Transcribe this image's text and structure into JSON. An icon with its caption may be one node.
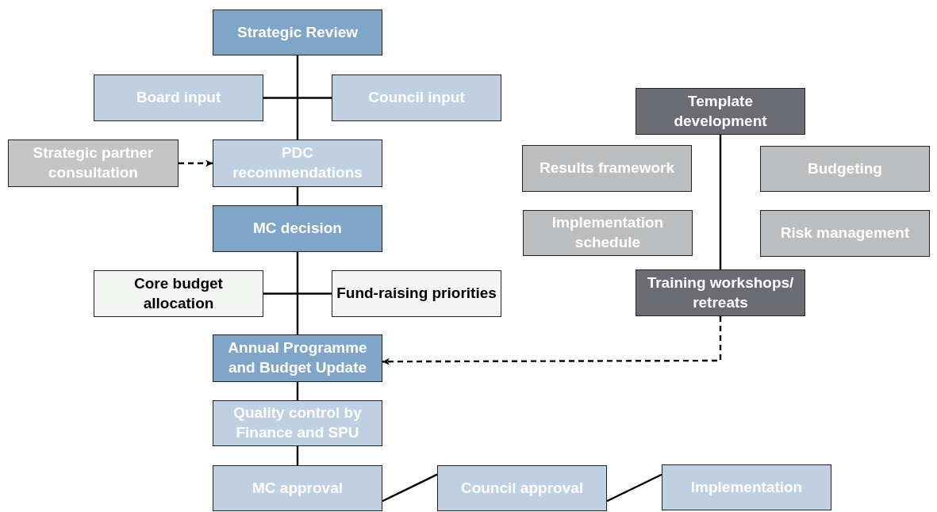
{
  "diagram": {
    "nodes": [
      {
        "text": [
          "Strategic Review"
        ]
      },
      {
        "text": [
          "Board input"
        ]
      },
      {
        "text": [
          "Council input"
        ]
      },
      {
        "text": [
          "Strategic partner consultation"
        ]
      },
      {
        "text": [
          "PDC recommendations"
        ]
      },
      {
        "text": [
          "MC decision"
        ]
      },
      {
        "text": [
          "Core budget allocation"
        ]
      },
      {
        "text": [
          "Fund-raising priorities"
        ]
      },
      {
        "text": [
          "Annual Programme and Budget Update"
        ]
      },
      {
        "text": [
          "Quality control by Finance and SPU"
        ]
      },
      {
        "text": [
          "MC approval"
        ]
      },
      {
        "text": [
          "Council approval"
        ]
      },
      {
        "text": [
          "Implementation"
        ]
      },
      {
        "text": [
          "Template development"
        ]
      },
      {
        "text": [
          "Results framework"
        ]
      },
      {
        "text": [
          "Implementation schedule"
        ]
      },
      {
        "text": [
          "Budgeting"
        ]
      },
      {
        "text": [
          "Risk management"
        ]
      },
      {
        "text": [
          "Training workshops/ retreats"
        ]
      }
    ],
    "edges": [
      {
        "from": 0,
        "to": 4,
        "arrow": "none"
      },
      {
        "from": 1,
        "to": 2,
        "arrow": "none"
      },
      {
        "from": 3,
        "to": 4,
        "arrow": "to",
        "style": "dashed"
      },
      {
        "from": 4,
        "to": 5,
        "arrow": "none"
      },
      {
        "from": 5,
        "to": 8,
        "arrow": "none"
      },
      {
        "from": 6,
        "to": 7,
        "arrow": "none"
      },
      {
        "from": 8,
        "to": 9,
        "arrow": "none"
      },
      {
        "from": 9,
        "to": 10,
        "arrow": "none"
      },
      {
        "from": 10,
        "to": 11,
        "arrow": "none"
      },
      {
        "from": 11,
        "to": 12,
        "arrow": "none"
      },
      {
        "from": 13,
        "to": 18,
        "arrow": "none"
      },
      {
        "from": 18,
        "to": 8,
        "arrow": "to",
        "style": "dashed"
      }
    ]
  }
}
